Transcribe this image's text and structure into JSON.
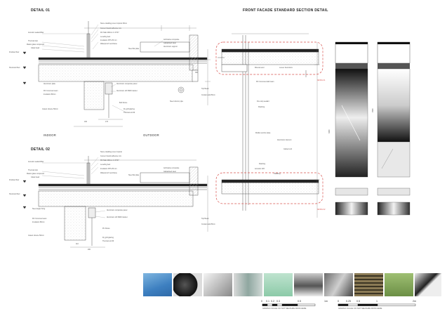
{
  "titles": {
    "detail1": "DETAIL 01",
    "detail2": "DETAIL 02",
    "section": "FRONT FACADE STANDARD SECTION DETAIL"
  },
  "zones": {
    "indoor": "INDOOR",
    "outdoor": "OUTDOOR"
  },
  "scale_bars": [
    {
      "ticks": [
        "0",
        "0.1",
        "0.2",
        "0.3",
        "0.5",
        "1m"
      ],
      "caption": "GRAPHIC SCALE: DO NOT MEASURE FROM HERE"
    },
    {
      "ticks": [
        "0",
        "0.25",
        "0.5",
        "1",
        "2m"
      ],
      "caption": "GRAPHIC SCALE: DO NOT MEASURE FROM HERE"
    }
  ],
  "colors": {
    "red": "#d9534f",
    "hatch": "#bbbbbb",
    "line": "#333333"
  }
}
